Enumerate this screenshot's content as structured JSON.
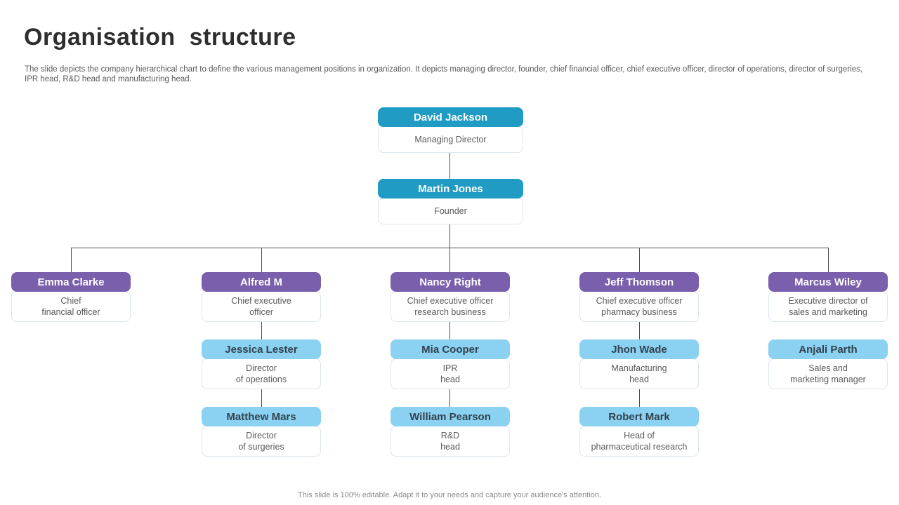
{
  "slide": {
    "title": "Organisation structure",
    "description": "The slide depicts the company hierarchical chart to define the various management positions in organization. It depicts managing director, founder, chief financial officer, chief executive officer, director of operations, director of surgeries, IPR head, R&D head and manufacturing head.",
    "footer": "This slide is 100% editable. Adapt it to your needs and capture your audience's attention."
  },
  "colors": {
    "teal_header": "#1f9bc4",
    "purple_header": "#7a5fad",
    "light_blue_header": "#8bd1f1",
    "body_text": "#5a5a5a",
    "connector": "#4d4d4d"
  },
  "org": {
    "nodes": [
      {
        "name": "David Jackson",
        "role": "Managing Director"
      },
      {
        "name": "Martin Jones",
        "role": "Founder"
      },
      {
        "name": "Emma Clarke",
        "role": "Chief\nfinancial officer"
      },
      {
        "name": "Alfred M",
        "role": "Chief executive\nofficer"
      },
      {
        "name": "Nancy Right",
        "role": "Chief executive officer\nresearch business"
      },
      {
        "name": "Jeff Thomson",
        "role": "Chief executive officer\npharmacy business"
      },
      {
        "name": "Marcus Wiley",
        "role": "Executive director of\nsales and marketing"
      },
      {
        "name": "Jessica Lester",
        "role": "Director\nof operations"
      },
      {
        "name": "Mia Cooper",
        "role": "IPR\nhead"
      },
      {
        "name": "Jhon Wade",
        "role": "Manufacturing\nhead"
      },
      {
        "name": "Anjali Parth",
        "role": "Sales and\nmarketing manager"
      },
      {
        "name": "Matthew Mars",
        "role": "Director\nof surgeries"
      },
      {
        "name": "William Pearson",
        "role": "R&D\nhead"
      },
      {
        "name": "Robert Mark",
        "role": "Head of\npharmaceutical research"
      }
    ]
  }
}
